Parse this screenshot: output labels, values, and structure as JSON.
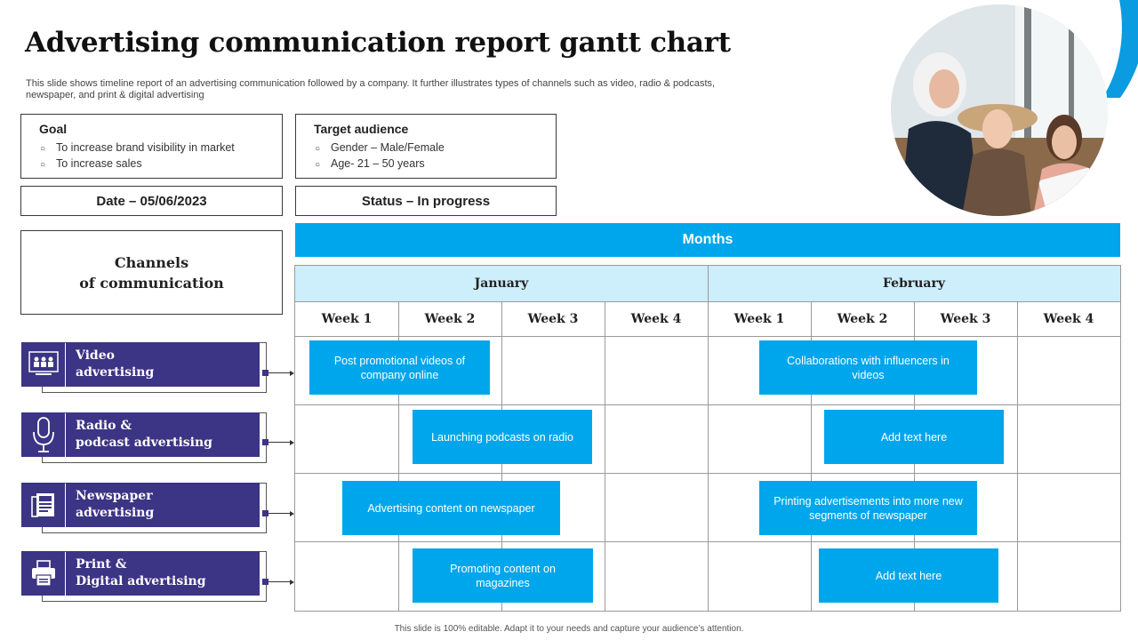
{
  "header": {
    "title": "Advertising communication report gantt chart",
    "subtitle": "This slide shows timeline report of an advertising communication followed by a company. It further illustrates types of channels such as video, radio & podcasts, newspaper, and print & digital advertising"
  },
  "goal": {
    "heading": "Goal",
    "items": [
      "To increase brand visibility in market",
      "To increase sales"
    ]
  },
  "target_audience": {
    "heading": "Target audience",
    "items": [
      "Gender – Male/Female",
      "Age- 21 – 50 years"
    ]
  },
  "date_label": "Date – 05/06/2023",
  "status_label": "Status – In progress",
  "channels_heading": {
    "line1": "Channels",
    "line2": "of communication"
  },
  "gantt": {
    "months_header": "Months",
    "months": [
      "January",
      "February"
    ],
    "weeks": [
      "Week 1",
      "Week 2",
      "Week 3",
      "Week 4",
      "Week 1",
      "Week 2",
      "Week 3",
      "Week 4"
    ],
    "channels": [
      {
        "line1": "Video",
        "line2": "advertising",
        "icon": "video-people-icon"
      },
      {
        "line1": "Radio &",
        "line2": "podcast advertising",
        "icon": "microphone-icon"
      },
      {
        "line1": "Newspaper",
        "line2": "advertising",
        "icon": "newspaper-icon"
      },
      {
        "line1": "Print &",
        "line2": "Digital advertising",
        "icon": "printer-icon"
      }
    ],
    "tasks": [
      {
        "text": "Post promotional videos of company online",
        "row": 0
      },
      {
        "text": "Collaborations with influencers in videos",
        "row": 0
      },
      {
        "text": "Launching podcasts on radio",
        "row": 1
      },
      {
        "text": "Add text here",
        "row": 1
      },
      {
        "text": "Advertising content on newspaper",
        "row": 2
      },
      {
        "text": "Printing advertisements into more new segments of newspaper",
        "row": 2
      },
      {
        "text": "Promoting content on magazines",
        "row": 3
      },
      {
        "text": "Add text here",
        "row": 3
      }
    ]
  },
  "footer": "This slide is 100% editable. Adapt it to your needs and capture your audience’s attention.",
  "colors": {
    "accent_blue": "#00a6eb",
    "light_blue": "#cdeefb",
    "channel_purple": "#3c3484"
  }
}
